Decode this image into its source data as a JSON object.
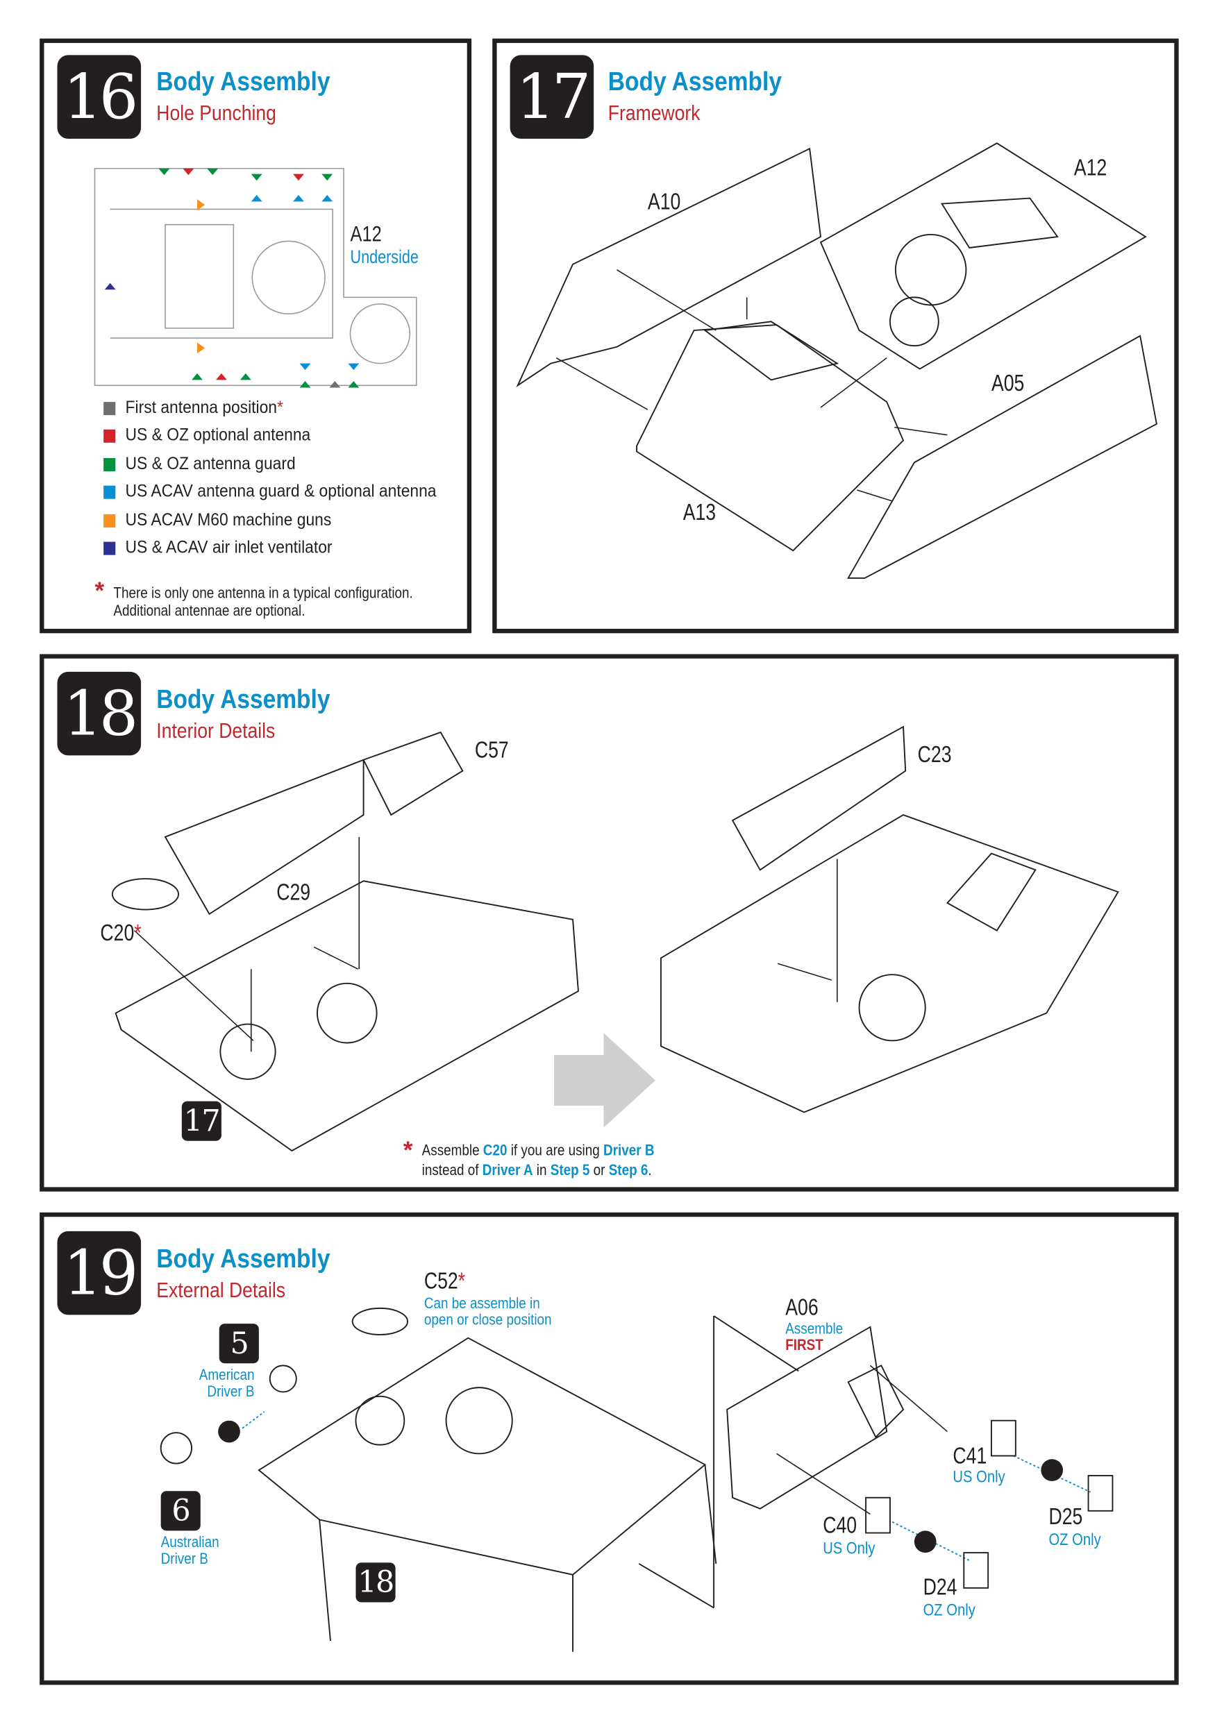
{
  "colors": {
    "title_blue": "#0a8fc8",
    "subtitle_red": "#c1272d",
    "badge": "#231f20",
    "arrow_gray": "#cfcfcf"
  },
  "step16": {
    "number": "16",
    "title": "Body Assembly",
    "subtitle": "Hole Punching",
    "part_label": "A12",
    "part_note": "Underside",
    "legend": [
      {
        "label": "First antenna position",
        "asterisk": "*",
        "color": "#6d6e71"
      },
      {
        "label": "US & OZ optional antenna",
        "color": "#d2232a"
      },
      {
        "label": "US & OZ antenna guard",
        "color": "#00923f"
      },
      {
        "label": "US ACAV antenna guard & optional antenna",
        "color": "#0a8fd4"
      },
      {
        "label": "US ACAV M60 machine guns",
        "color": "#f7901e"
      },
      {
        "label": "US & ACAV air inlet ventilator",
        "color": "#2e3192"
      }
    ],
    "footnote_mark": "*",
    "footnote": [
      "There is only one antenna in a typical configuration.",
      "Additional antennae are optional."
    ]
  },
  "step17": {
    "number": "17",
    "title": "Body Assembly",
    "subtitle": "Framework",
    "parts": [
      "A10",
      "A12",
      "A05",
      "A13"
    ]
  },
  "step18": {
    "number": "18",
    "title": "Body Assembly",
    "subtitle": "Interior Details",
    "parts": {
      "c57": "C57",
      "c23": "C23",
      "c29": "C29",
      "c20": "C20",
      "c20_mark": "*"
    },
    "ref_step": "17",
    "note": {
      "mark": "*",
      "line1": [
        {
          "t": "Assemble "
        },
        {
          "t": "C20",
          "b": true
        },
        {
          "t": " if you are using "
        },
        {
          "t": "Driver B",
          "b": true
        }
      ],
      "line2": [
        {
          "t": "instead of "
        },
        {
          "t": "Driver A",
          "b": true
        },
        {
          "t": " in "
        },
        {
          "t": "Step 5",
          "b": true
        },
        {
          "t": " or "
        },
        {
          "t": "Step 6",
          "b": true
        },
        {
          "t": "."
        }
      ]
    }
  },
  "step19": {
    "number": "19",
    "title": "Body Assembly",
    "subtitle": "External Details",
    "c52": {
      "label": "C52",
      "mark": "*",
      "note1": "Can be assemble in",
      "note2": "open or close position"
    },
    "ref5": {
      "number": "5",
      "line1": "American",
      "line2": "Driver B"
    },
    "ref6": {
      "number": "6",
      "line1": "Australian",
      "line2": "Driver B"
    },
    "ref18": "18",
    "a06": {
      "label": "A06",
      "note1": "Assemble",
      "note2": "FIRST"
    },
    "c41": {
      "label": "C41",
      "note": "US Only"
    },
    "d25": {
      "label": "D25",
      "note": "OZ Only"
    },
    "c40": {
      "label": "C40",
      "note": "US Only"
    },
    "d24": {
      "label": "D24",
      "note": "OZ Only"
    }
  }
}
